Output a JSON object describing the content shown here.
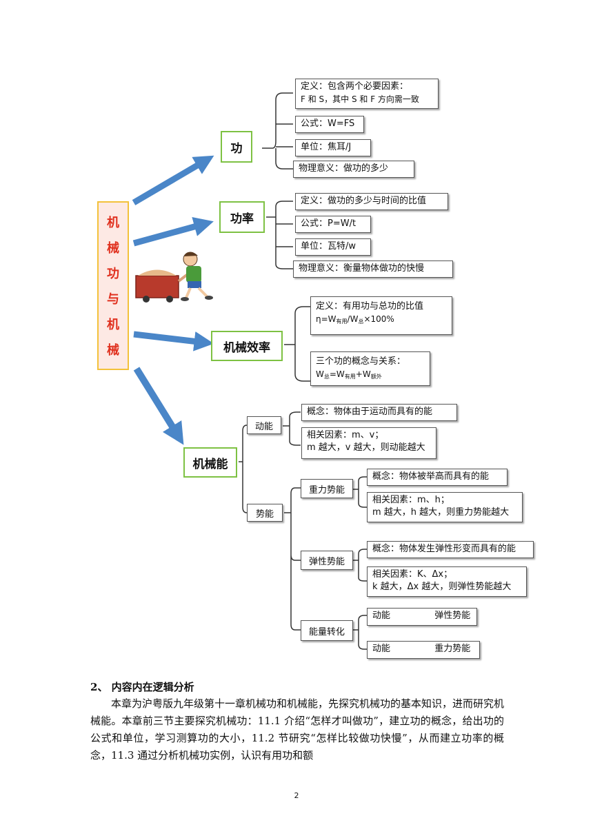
{
  "title_chars": [
    "机",
    "械",
    "功",
    "与",
    "机",
    "械"
  ],
  "work": {
    "label": "功",
    "def_line1": "定义：包含两个必要因素：",
    "def_line2": "F 和 S，其中 S 和 F 方向需一致",
    "formula": "公式：W=FS",
    "unit": "单位：焦耳/J",
    "meaning": "物理意义：做功的多少"
  },
  "power": {
    "label": "功率",
    "def": "定义：做功的多少与时间的比值",
    "formula": "公式：P=W/t",
    "unit": "单位：瓦特/w",
    "meaning": "物理意义：衡量物体做功的快慢"
  },
  "efficiency": {
    "label": "机械效率",
    "def_line1": "定义：有用功与总功的比值",
    "eta": "η=W",
    "eta_sub1": "有用",
    "eta_mid": "/W",
    "eta_sub2": "总",
    "eta_end": "×100%",
    "rel_line1": "三个功的概念与关系：",
    "rel_w1": "W",
    "rel_sub1": "总",
    "rel_eq": "=W",
    "rel_sub2": "有用",
    "rel_plus": "+W",
    "rel_sub3": "额外"
  },
  "mech_energy": {
    "label": "机械能",
    "kinetic": {
      "label": "动能",
      "concept": "概念：物体由于运动而具有的能",
      "factors_line1": "相关因素：m、v；",
      "factors_line2": "m 越大，v 越大，则动能越大"
    },
    "potential": {
      "label": "势能",
      "gravity": {
        "label": "重力势能",
        "concept": "概念：物体被举高而具有的能",
        "factors_line1": "相关因素：m、h；",
        "factors_line2": "m 越大，h 越大，则重力势能越大"
      },
      "elastic": {
        "label": "弹性势能",
        "concept": "概念：物体发生弹性形变而具有的能",
        "factors_line1": "相关因素：K、Δx；",
        "factors_line2": "k 越大，Δx 越大，则弹性势能越大"
      }
    },
    "conversion": {
      "label": "能量转化",
      "item1_left": "动能",
      "item1_right": "弹性势能",
      "item2_left": "动能",
      "item2_right": "重力势能"
    }
  },
  "section": {
    "heading": "2、 内容内在逻辑分析",
    "paragraph": "本章为沪粤版九年级第十一章机械功和机械能，先探究机械功的基本知识，进而研究机械能。本章前三节主要探究机械功：11.1 介绍“怎样才叫做功”，建立功的概念，给出功的公式和单位，学习测算功的大小，11.2 节研究“怎样比较做功快慢”，从而建立功率的概念，11.3 通过分析机械功实例，认识有用功和额"
  },
  "page_number": "2",
  "colors": {
    "arrow": "#4a86c8",
    "green_border": "#7dc142",
    "title_border": "#f3c13a",
    "title_bg": "#fde9e4",
    "title_text": "#e0301e"
  }
}
